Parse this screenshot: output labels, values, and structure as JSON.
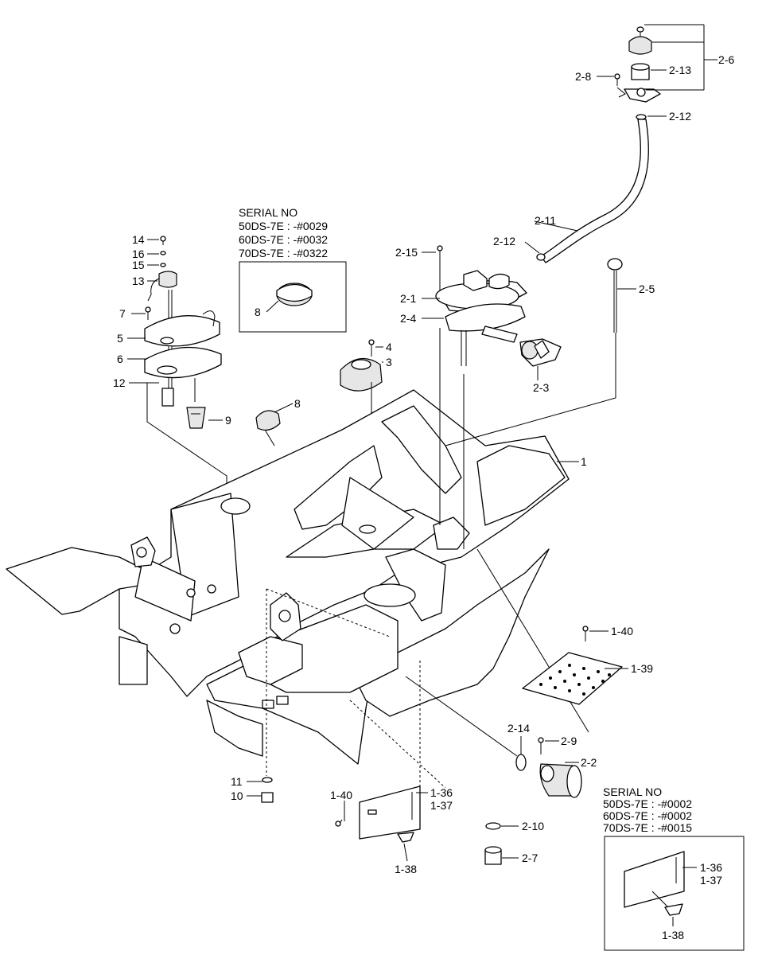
{
  "labels": {
    "l_2_6": "2-6",
    "l_2_8": "2-8",
    "l_2_13": "2-13",
    "l_2_12a": "2-12",
    "l_2_11": "2-11",
    "l_2_12b": "2-12",
    "l_2_15": "2-15",
    "l_2_1": "2-1",
    "l_2_4": "2-4",
    "l_2_3": "2-3",
    "l_2_5": "2-5",
    "l_14": "14",
    "l_16": "16",
    "l_15": "15",
    "l_13": "13",
    "l_7": "7",
    "l_5": "5",
    "l_6": "6",
    "l_12": "12",
    "l_9": "9",
    "l_8a": "8",
    "l_8b": "8",
    "l_4": "4",
    "l_3": "3",
    "l_1": "1",
    "l_1_40a": "1-40",
    "l_1_39": "1-39",
    "l_2_14": "2-14",
    "l_2_9": "2-9",
    "l_2_2": "2-2",
    "l_11": "11",
    "l_10": "10",
    "l_1_40b": "1-40",
    "l_1_36a": "1-36",
    "l_1_37a": "1-37",
    "l_1_38a": "1-38",
    "l_2_10": "2-10",
    "l_2_7": "2-7",
    "l_1_36b": "1-36",
    "l_1_37b": "1-37",
    "l_1_38b": "1-38"
  },
  "serial_box_1": {
    "title": "SERIAL NO",
    "line1": "50DS-7E : -#0029",
    "line2": "60DS-7E : -#0032",
    "line3": "70DS-7E : -#0322"
  },
  "serial_box_2": {
    "title": "SERIAL NO",
    "line1": "50DS-7E : -#0002",
    "line2": "60DS-7E : -#0002",
    "line3": "70DS-7E : -#0015"
  }
}
